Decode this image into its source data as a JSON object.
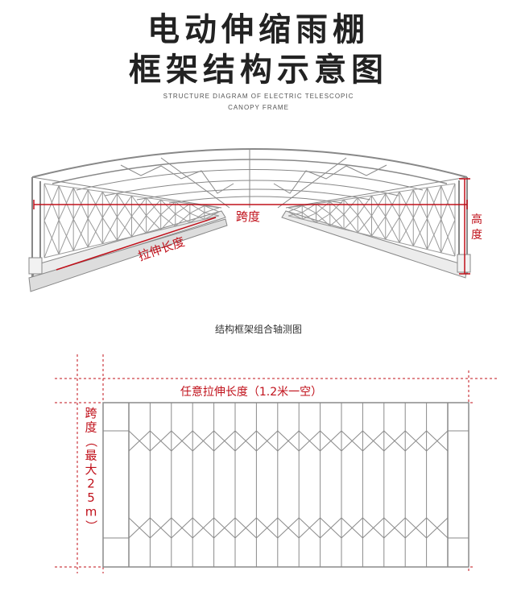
{
  "header": {
    "title_line1": "电动伸缩雨棚",
    "title_line2": "框架结构示意图",
    "subtitle_line1": "STRUCTURE DIAGRAM OF ELECTRIC TELESCOPIC",
    "subtitle_line2": "CANOPY FRAME"
  },
  "axonometric": {
    "label_span": "跨度",
    "label_stretch": "拉伸长度",
    "label_height": "高度",
    "caption": "结构框架组合轴测图"
  },
  "plan": {
    "label_length": "任意拉伸长度（1.2米一空）",
    "label_span": "跨度（最大25m）"
  },
  "colors": {
    "accent": "#c0101a",
    "line": "#777777"
  }
}
